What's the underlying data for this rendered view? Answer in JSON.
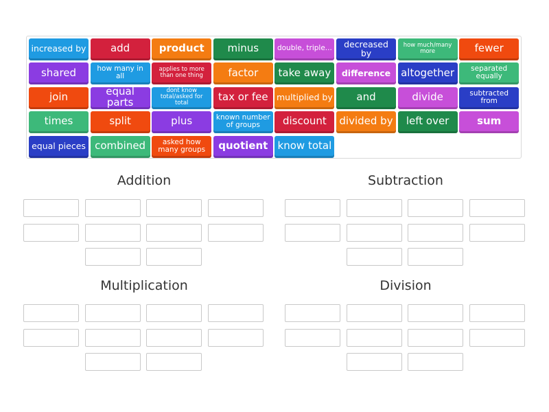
{
  "colors": {
    "blue": "#1f9be2",
    "red": "#d3213d",
    "orange": "#f47c12",
    "dark_green": "#1f8a4b",
    "purple": "#8b3ce2",
    "magenta": "#c74fd9",
    "navy": "#2a3ec6",
    "teal": "#3db97a",
    "red_orange": "#f04a0f"
  },
  "tiles": [
    [
      {
        "text": "increased by",
        "color": "blue",
        "size": 2
      },
      {
        "text": "add",
        "color": "red",
        "size": 1
      },
      {
        "text": "product",
        "color": "orange",
        "size": 1,
        "bold": true
      },
      {
        "text": "minus",
        "color": "dark_green",
        "size": 1
      },
      {
        "text": "double, triple...",
        "color": "magenta",
        "size": 3
      },
      {
        "text": "decreased by",
        "color": "navy",
        "size": 2
      },
      {
        "text": "how much/many more",
        "color": "teal",
        "size": 4
      },
      {
        "text": "fewer",
        "color": "red_orange",
        "size": 1
      }
    ],
    [
      {
        "text": "shared",
        "color": "purple",
        "size": 1
      },
      {
        "text": "how many in all",
        "color": "blue",
        "size": 3
      },
      {
        "text": "applies to more than one thing",
        "color": "red",
        "size": 4
      },
      {
        "text": "factor",
        "color": "orange",
        "size": 1
      },
      {
        "text": "take away",
        "color": "dark_green",
        "size": 1
      },
      {
        "text": "difference",
        "color": "magenta",
        "size": 2,
        "bold": true
      },
      {
        "text": "altogether",
        "color": "navy",
        "size": 1
      },
      {
        "text": "separated equally",
        "color": "teal",
        "size": 3
      }
    ],
    [
      {
        "text": "join",
        "color": "red_orange",
        "size": 1
      },
      {
        "text": "equal parts",
        "color": "purple",
        "size": 1
      },
      {
        "text": "dont know total/asked for total",
        "color": "blue",
        "size": 4
      },
      {
        "text": "tax or fee",
        "color": "red",
        "size": 1
      },
      {
        "text": "multiplied by",
        "color": "orange",
        "size": 2
      },
      {
        "text": "and",
        "color": "dark_green",
        "size": 1
      },
      {
        "text": "divide",
        "color": "magenta",
        "size": 1
      },
      {
        "text": "subtracted from",
        "color": "navy",
        "size": 3
      }
    ],
    [
      {
        "text": "times",
        "color": "teal",
        "size": 1
      },
      {
        "text": "split",
        "color": "red_orange",
        "size": 1
      },
      {
        "text": "plus",
        "color": "purple",
        "size": 1
      },
      {
        "text": "known number of groups",
        "color": "blue",
        "size": 3
      },
      {
        "text": "discount",
        "color": "red",
        "size": 1
      },
      {
        "text": "divided by",
        "color": "orange",
        "size": 1
      },
      {
        "text": "left over",
        "color": "dark_green",
        "size": 1
      },
      {
        "text": "sum",
        "color": "magenta",
        "size": 1,
        "bold": true
      }
    ],
    [
      {
        "text": "equal pieces",
        "color": "navy",
        "size": 2
      },
      {
        "text": "combined",
        "color": "teal",
        "size": 1
      },
      {
        "text": "asked how many groups",
        "color": "red_orange",
        "size": 3
      },
      {
        "text": "quotient",
        "color": "purple",
        "size": 1,
        "bold": true
      },
      {
        "text": "know total",
        "color": "blue",
        "size": 1
      }
    ]
  ],
  "groups": [
    {
      "title": "Addition",
      "slots": 10
    },
    {
      "title": "Subtraction",
      "slots": 10
    },
    {
      "title": "Multiplication",
      "slots": 10
    },
    {
      "title": "Division",
      "slots": 10
    }
  ]
}
